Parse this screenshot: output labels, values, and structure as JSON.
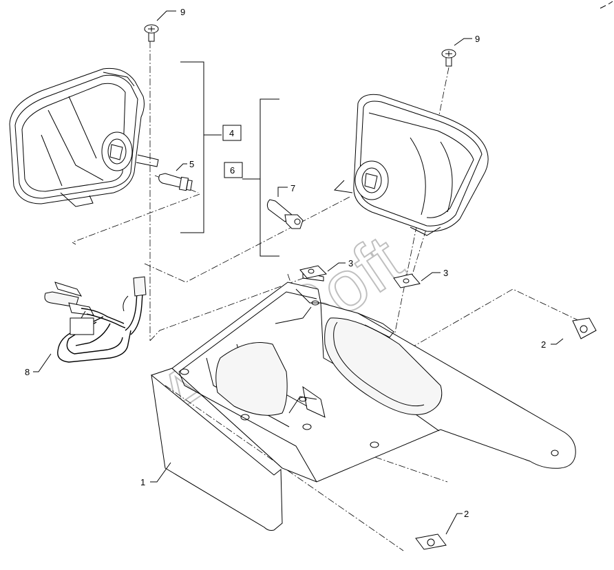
{
  "diagram": {
    "callouts": [
      {
        "id": "callout-9-left",
        "label": "9"
      },
      {
        "id": "callout-9-right",
        "label": "9"
      },
      {
        "id": "callout-4",
        "label": "4"
      },
      {
        "id": "callout-5",
        "label": "5"
      },
      {
        "id": "callout-6",
        "label": "6"
      },
      {
        "id": "callout-7",
        "label": "7"
      },
      {
        "id": "callout-3-center",
        "label": "3"
      },
      {
        "id": "callout-3-right",
        "label": "3"
      },
      {
        "id": "callout-2-right",
        "label": "2"
      },
      {
        "id": "callout-2-bottom",
        "label": "2"
      },
      {
        "id": "callout-8",
        "label": "8"
      },
      {
        "id": "callout-1",
        "label": "1"
      }
    ],
    "watermark": "AutoSoft"
  }
}
